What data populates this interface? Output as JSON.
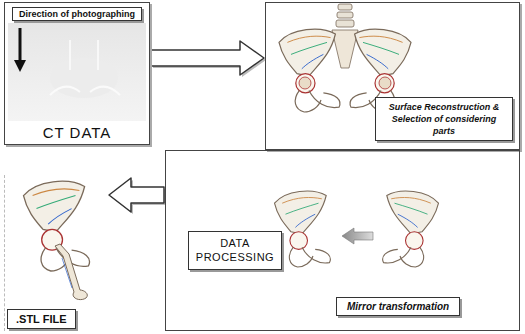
{
  "diagram": {
    "nodes": [
      {
        "text": [
          "CT DATA"
        ]
      },
      {
        "text": [
          "Direction of photographing"
        ],
        "in": 0
      },
      {
        "text": [
          "Surface Reconstruction & Selection of considering parts"
        ]
      },
      {
        "text": [
          "DATA PROCESSING"
        ]
      },
      {
        "text": [
          "Mirror transformation"
        ],
        "in": 3
      },
      {
        "text": [
          ".STL FILE"
        ]
      }
    ],
    "edges": [
      {
        "from": 0,
        "to": 2,
        "arrow": "to"
      },
      {
        "from": 3,
        "to": 5,
        "arrow": "to"
      }
    ]
  }
}
